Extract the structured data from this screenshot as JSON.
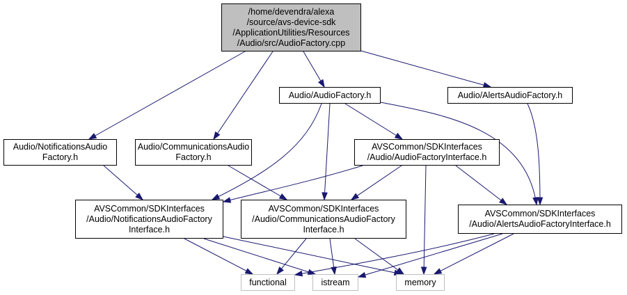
{
  "colors": {
    "edge": "#191970",
    "root_fill": "#bfbfbf",
    "node_border": "#000000",
    "external_border": "#bfbfbf"
  },
  "nodes": {
    "root": [
      "/home/devendra/alexa",
      "/source/avs-device-sdk",
      "/ApplicationUtilities/Resources",
      "/Audio/src/AudioFactory.cpp"
    ],
    "audio_factory_h": [
      "Audio/AudioFactory.h"
    ],
    "alerts_audio_factory_h": [
      "Audio/AlertsAudioFactory.h"
    ],
    "notifications_audio_factory_h": [
      "Audio/NotificationsAudio",
      "Factory.h"
    ],
    "communications_audio_factory_h": [
      "Audio/CommunicationsAudio",
      "Factory.h"
    ],
    "sdk_audio_factory_interface_h": [
      "AVSCommon/SDKInterfaces",
      "/Audio/AudioFactoryInterface.h"
    ],
    "sdk_notifications_interface_h": [
      "AVSCommon/SDKInterfaces",
      "/Audio/NotificationsAudioFactory",
      "Interface.h"
    ],
    "sdk_communications_interface_h": [
      "AVSCommon/SDKInterfaces",
      "/Audio/CommunicationsAudioFactory",
      "Interface.h"
    ],
    "sdk_alerts_interface_h": [
      "AVSCommon/SDKInterfaces",
      "/Audio/AlertsAudioFactoryInterface.h"
    ],
    "functional": [
      "functional"
    ],
    "istream": [
      "istream"
    ],
    "memory": [
      "memory"
    ]
  },
  "edges": [
    [
      "root",
      "audio_factory_h"
    ],
    [
      "root",
      "alerts_audio_factory_h"
    ],
    [
      "root",
      "notifications_audio_factory_h"
    ],
    [
      "root",
      "communications_audio_factory_h"
    ],
    [
      "audio_factory_h",
      "sdk_audio_factory_interface_h"
    ],
    [
      "audio_factory_h",
      "sdk_notifications_interface_h"
    ],
    [
      "audio_factory_h",
      "sdk_communications_interface_h"
    ],
    [
      "audio_factory_h",
      "sdk_alerts_interface_h"
    ],
    [
      "alerts_audio_factory_h",
      "sdk_alerts_interface_h"
    ],
    [
      "notifications_audio_factory_h",
      "sdk_notifications_interface_h"
    ],
    [
      "communications_audio_factory_h",
      "sdk_communications_interface_h"
    ],
    [
      "sdk_audio_factory_interface_h",
      "sdk_notifications_interface_h"
    ],
    [
      "sdk_audio_factory_interface_h",
      "sdk_communications_interface_h"
    ],
    [
      "sdk_audio_factory_interface_h",
      "sdk_alerts_interface_h"
    ],
    [
      "sdk_audio_factory_interface_h",
      "memory"
    ],
    [
      "sdk_notifications_interface_h",
      "functional"
    ],
    [
      "sdk_notifications_interface_h",
      "istream"
    ],
    [
      "sdk_notifications_interface_h",
      "memory"
    ],
    [
      "sdk_communications_interface_h",
      "functional"
    ],
    [
      "sdk_communications_interface_h",
      "istream"
    ],
    [
      "sdk_communications_interface_h",
      "memory"
    ],
    [
      "sdk_alerts_interface_h",
      "functional"
    ],
    [
      "sdk_alerts_interface_h",
      "istream"
    ],
    [
      "sdk_alerts_interface_h",
      "memory"
    ]
  ]
}
